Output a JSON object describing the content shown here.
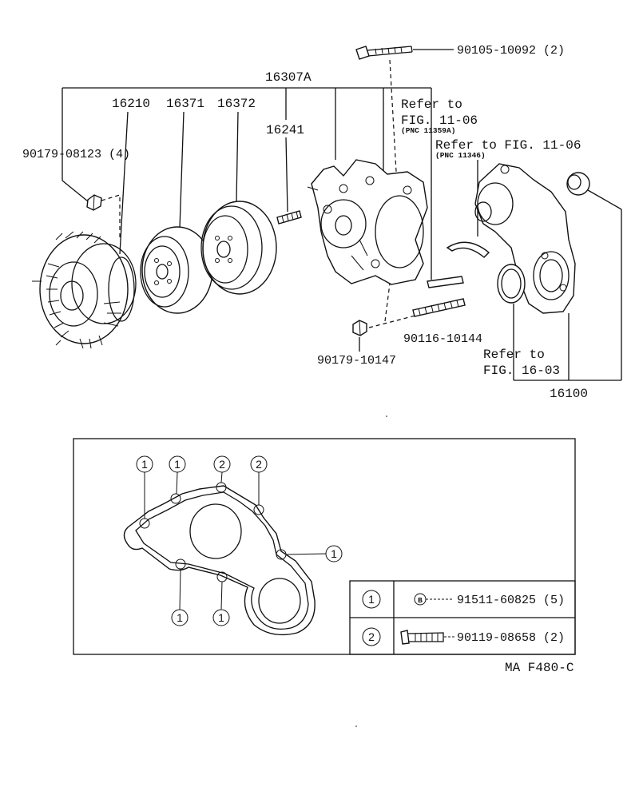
{
  "labels": {
    "bolt_top": "90105-10092 (2)",
    "group_top": "16307A",
    "fan_clutch": "16210",
    "pulley1": "16371",
    "pulley2": "16372",
    "stud": "16241",
    "bolt_fan": "90179-08123 (4)",
    "ref1_line1": "Refer to",
    "ref1_line2": "FIG. 11-06",
    "ref1_pnc": "(PNC 11359A)",
    "ref2_line1": "Refer to FIG. 11-06",
    "ref2_pnc": "(PNC 11346)",
    "stud_bottom": "90116-10144",
    "nut_bottom": "90179-10147",
    "ref3_line1": "Refer to",
    "ref3_line2": "FIG. 16-03",
    "pump_assy": "16100",
    "figure_code": "MA  F480-C"
  },
  "gasket_callouts": [
    "1",
    "1",
    "2",
    "2",
    "1",
    "1",
    "1"
  ],
  "legend": {
    "rows": [
      {
        "key": "1",
        "symbol": "B",
        "part": "91511-60825 (5)"
      },
      {
        "key": "2",
        "symbol": "",
        "part": "90119-08658 (2)"
      }
    ]
  }
}
